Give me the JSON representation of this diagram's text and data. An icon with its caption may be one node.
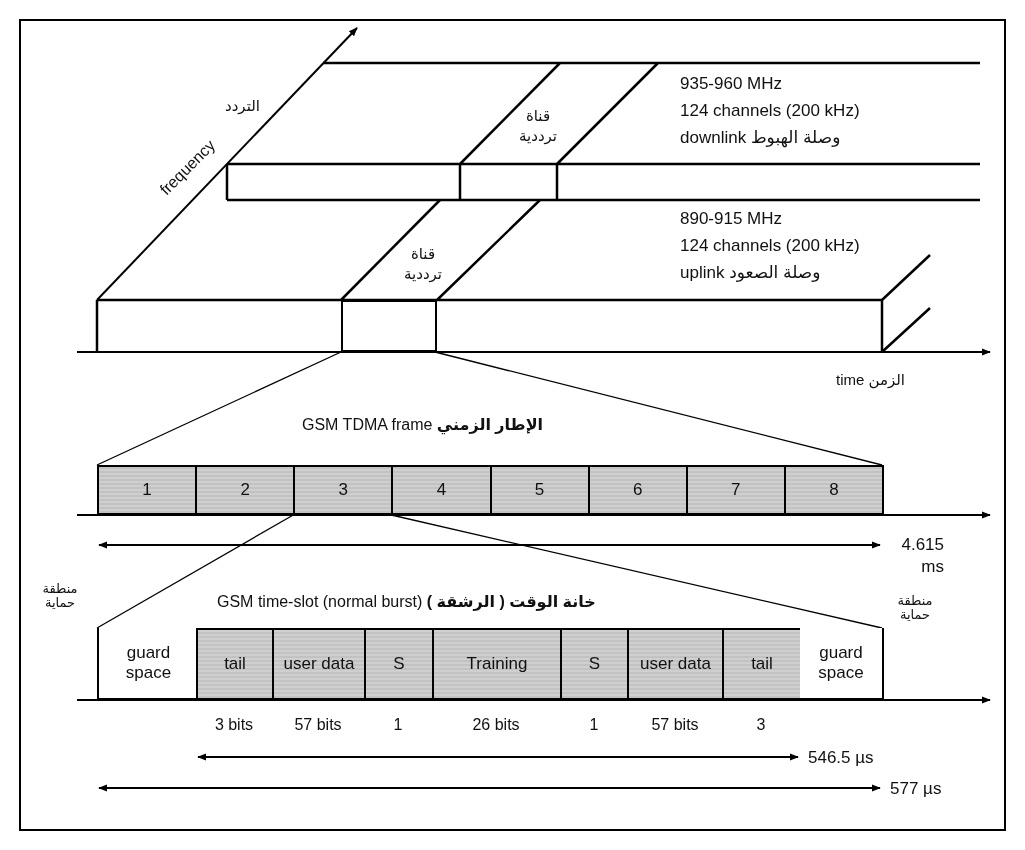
{
  "diagram": {
    "nodes": [
      {
        "text": [],
        "shape": "box"
      },
      {
        "text": [
          "GSM TDMA frame **الإطار الزمني**"
        ]
      },
      {
        "text": [
          "1"
        ],
        "in": 1
      },
      {
        "text": [
          "2"
        ],
        "in": 1
      },
      {
        "text": [
          "3"
        ],
        "in": 1
      },
      {
        "text": [
          "4"
        ],
        "in": 1
      },
      {
        "text": [
          "5"
        ],
        "in": 1
      },
      {
        "text": [
          "6"
        ],
        "in": 1
      },
      {
        "text": [
          "7"
        ],
        "in": 1
      },
      {
        "text": [
          "8"
        ],
        "in": 1
      },
      {
        "text": [
          "GSM time-slot (normal burst) **خانة الوقت ( الرشقة )**"
        ]
      },
      {
        "text": [
          "guard space"
        ],
        "in": 10,
        "beside": [
          "منطقة حماية"
        ]
      },
      {
        "text": [
          "tail"
        ],
        "in": 10
      },
      {
        "text": [
          "user data"
        ],
        "in": 10
      },
      {
        "text": [
          "S"
        ],
        "in": 10
      },
      {
        "text": [
          "Training"
        ],
        "in": 10
      },
      {
        "text": [
          "S"
        ],
        "in": 10
      },
      {
        "text": [
          "user data"
        ],
        "in": 10
      },
      {
        "text": [
          "tail"
        ],
        "in": 10
      },
      {
        "text": [
          "guard space"
        ],
        "in": 10,
        "beside": [
          "منطقة حماية"
        ]
      }
    ],
    "edges": [
      {
        "from": 0,
        "to": 1,
        "arrow": "none"
      },
      {
        "from": 0,
        "to": 1,
        "arrow": "none"
      },
      {
        "from": 4,
        "to": 10,
        "arrow": "none"
      },
      {
        "from": 4,
        "to": 10,
        "arrow": "none"
      }
    ],
    "labels": [
      "التردد",
      "frequency",
      "قناة ترددية",
      "935-960 MHz",
      "124 channels (200 kHz)",
      "downlink وصلة الهبوط",
      "قناة ترددية",
      "890-915 MHz",
      "124 channels (200 kHz)",
      "uplink وصلة الصعود",
      "time الزمن",
      "4.615 ms",
      "3 bits",
      "57 bits",
      "1",
      "26 bits",
      "1",
      "57 bits",
      "3",
      "546.5 µs",
      "577 µs"
    ]
  }
}
